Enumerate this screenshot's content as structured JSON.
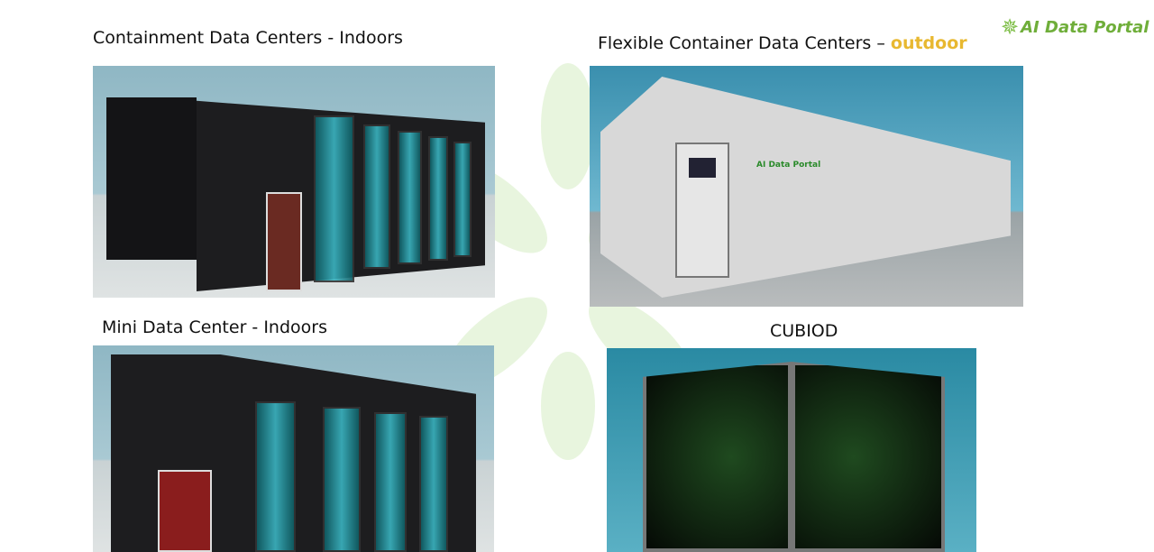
{
  "logo": {
    "text": "AI Data Portal",
    "color": "#6fae3a"
  },
  "panels": [
    {
      "title": "Containment Data Centers - Indoors"
    },
    {
      "title": "Flexible Container Data Centers –",
      "title_highlight": "outdoor",
      "highlight_color": "#e8b830",
      "door_logo": "AI Data Portal"
    },
    {
      "title": "Mini Data Center - Indoors"
    },
    {
      "title": "CUBIOD"
    }
  ]
}
